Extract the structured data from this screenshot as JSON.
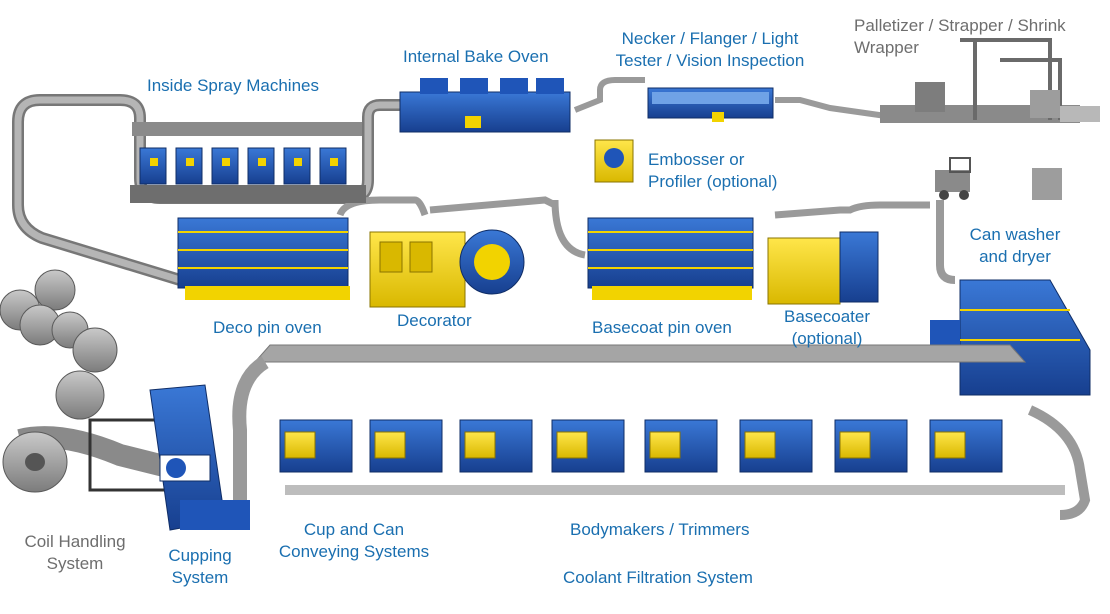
{
  "colors": {
    "label_blue": "#1a6fb0",
    "label_gray": "#6e6e6e",
    "machine_blue": "#1f55b8",
    "machine_yellow": "#f2d300",
    "conveyor_gray": "#9a9a9a"
  },
  "labels": {
    "inside_spray": "Inside Spray Machines",
    "internal_bake": "Internal Bake Oven",
    "necker": "Necker / Flanger / Light\nTester / Vision Inspection",
    "palletizer": "Palletizer / Strapper / Shrink\nWrapper",
    "embosser": "Embosser or\nProfiler (optional)",
    "can_washer": "Can washer\nand dryer",
    "deco_pin_oven": "Deco pin oven",
    "decorator": "Decorator",
    "basecoat_pin_oven": "Basecoat pin oven",
    "basecoater": "Basecoater\n(optional)",
    "coil_handling": "Coil Handling\nSystem",
    "cupping": "Cupping\nSystem",
    "cup_can_conveying": "Cup and Can\nConveying Systems",
    "bodymakers": "Bodymakers / Trimmers",
    "coolant": "Coolant Filtration System"
  }
}
